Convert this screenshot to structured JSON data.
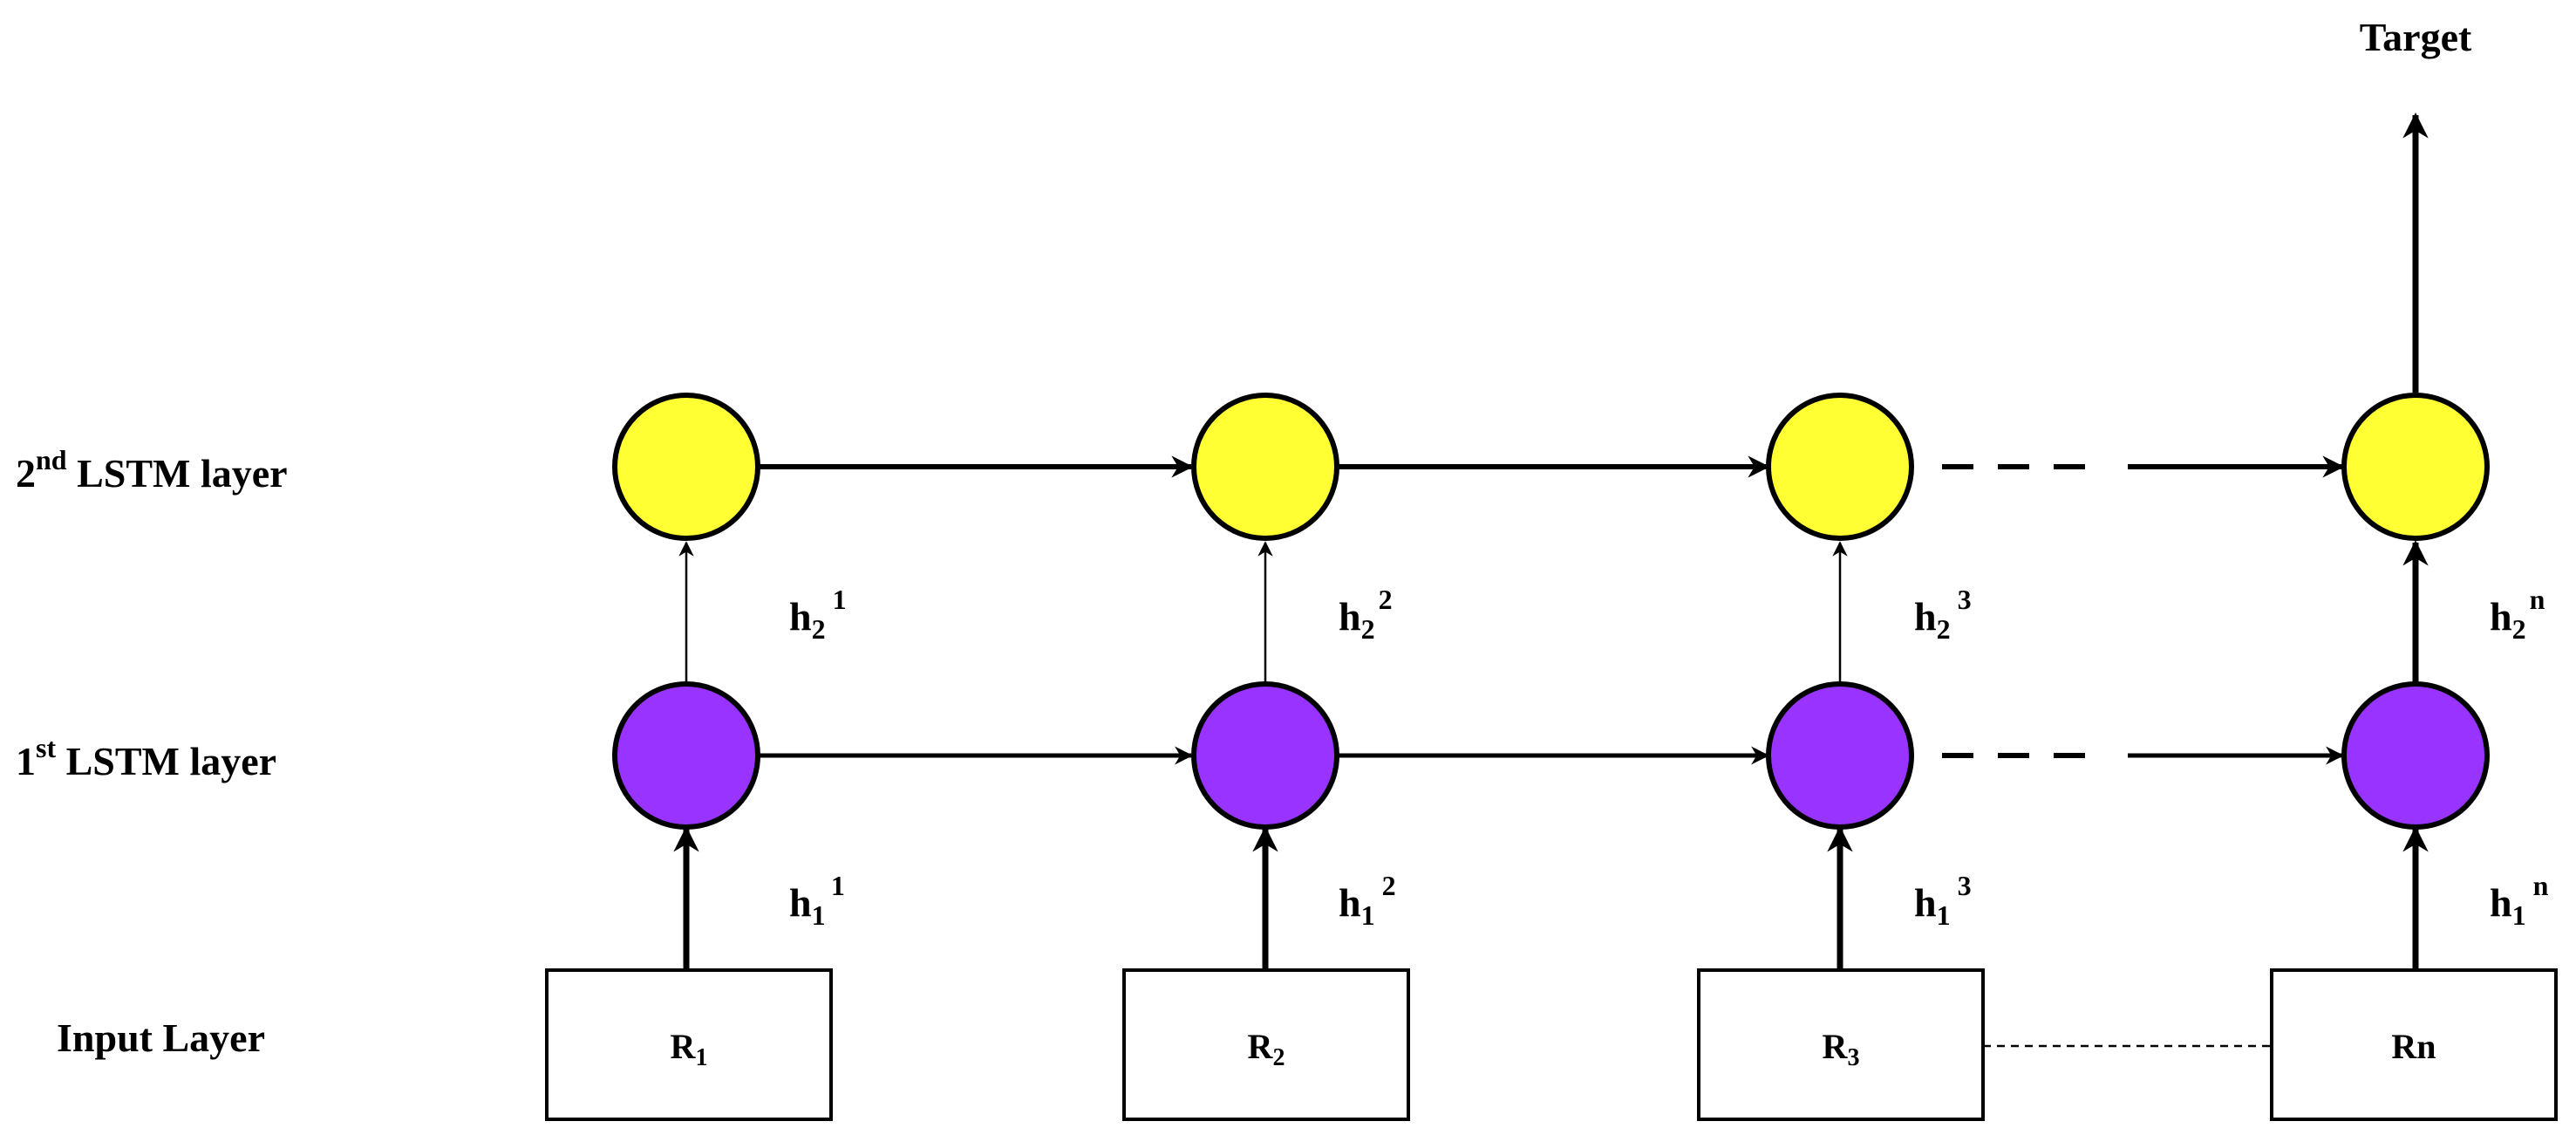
{
  "target_label": "Target",
  "row_labels": {
    "second": {
      "base": "2",
      "sup": "nd",
      "text": " LSTM layer"
    },
    "first": {
      "base": "1",
      "sup": "st",
      "text": " LSTM layer"
    },
    "input": "Input Layer"
  },
  "inputs": [
    {
      "base": "R",
      "sub": "1"
    },
    {
      "base": "R",
      "sub": "2"
    },
    {
      "base": "R",
      "sub": "3"
    },
    {
      "base": "Rn",
      "sub": ""
    }
  ],
  "h2_labels": [
    {
      "base": "h",
      "sub": "2",
      "sup": "1"
    },
    {
      "base": "h",
      "sub": "2",
      "sup": "2"
    },
    {
      "base": "h",
      "sub": "2",
      "sup": "3"
    },
    {
      "base": "h",
      "sub": "2",
      "sup": "n"
    }
  ],
  "h1_labels": [
    {
      "base": "h",
      "sub": "1",
      "sup": "1"
    },
    {
      "base": "h",
      "sub": "1",
      "sup": "2"
    },
    {
      "base": "h",
      "sub": "1",
      "sup": "3"
    },
    {
      "base": "h",
      "sub": "1",
      "sup": "n"
    }
  ],
  "colors": {
    "lstm2_node": "#ffff33",
    "lstm1_node": "#9933ff",
    "stroke": "#000000",
    "background": "#ffffff"
  }
}
